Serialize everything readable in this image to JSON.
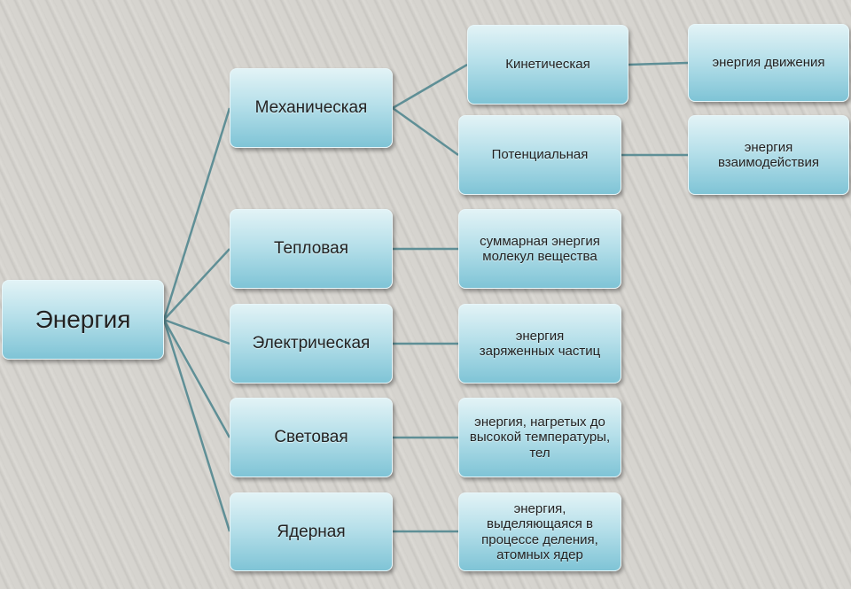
{
  "root": {
    "label": "Энергия"
  },
  "types": [
    {
      "label": "Механическая"
    },
    {
      "label": "Тепловая",
      "description": "суммарная энергия молекул вещества"
    },
    {
      "label": "Электрическая",
      "description": "энергия заряженных частиц"
    },
    {
      "label": "Световая",
      "description": "энергия, нагретых до высокой температуры, тел"
    },
    {
      "label": "Ядерная",
      "description": "энергия, выделяющаяся в процессе деления, атомных ядер"
    }
  ],
  "mechanical": [
    {
      "label": "Кинетическая",
      "description": "энергия движения"
    },
    {
      "label": "Потенциальная",
      "description": "энергия взаимодействия"
    }
  ],
  "colors": {
    "line": "#5f8f96",
    "box_top": "#e2f3f6",
    "box_bottom": "#7fc4d6"
  }
}
